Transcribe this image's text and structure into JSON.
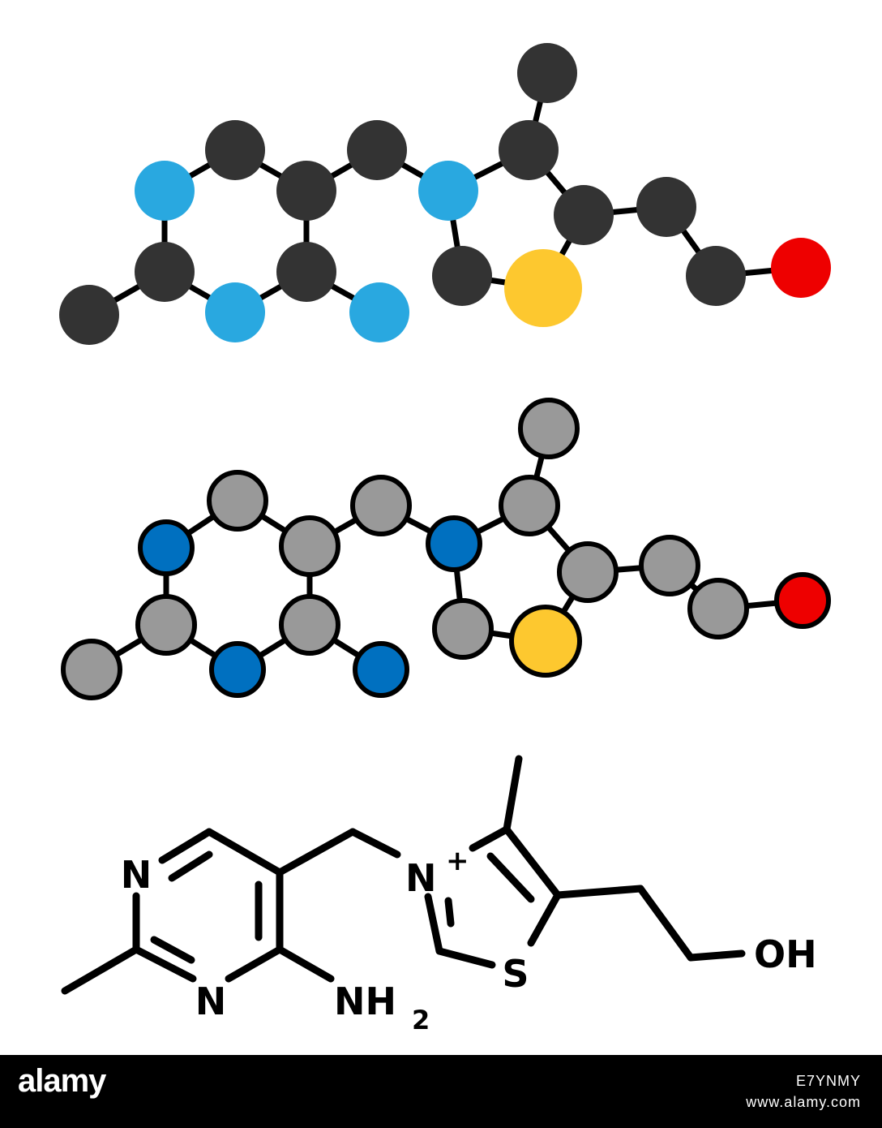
{
  "colors": {
    "carbon_dark": "#333333",
    "carbon_grey": "#999999",
    "nitrogen_light": "#29a8e0",
    "nitrogen_dark": "#0070c0",
    "sulfur": "#fdc82f",
    "oxygen": "#ee0000",
    "bond": "#000000",
    "footer_bg": "#000000",
    "footer_text": "#ffffff"
  },
  "models": {
    "space_fill": {
      "atoms": [
        {
          "el": "C"
        },
        {
          "el": "C"
        },
        {
          "el": "N"
        },
        {
          "el": "N"
        },
        {
          "el": "C"
        },
        {
          "el": "C"
        },
        {
          "el": "C"
        },
        {
          "el": "C"
        },
        {
          "el": "N"
        },
        {
          "el": "C"
        },
        {
          "el": "C"
        },
        {
          "el": "C"
        },
        {
          "el": "S"
        },
        {
          "el": "C"
        },
        {
          "el": "C"
        },
        {
          "el": "C"
        },
        {
          "el": "O"
        },
        {
          "el": "N"
        }
      ]
    },
    "ball_stick": {
      "atoms": [
        {
          "el": "C"
        },
        {
          "el": "C"
        },
        {
          "el": "N"
        },
        {
          "el": "N"
        },
        {
          "el": "C"
        },
        {
          "el": "C"
        },
        {
          "el": "C"
        },
        {
          "el": "C"
        },
        {
          "el": "N"
        },
        {
          "el": "C"
        },
        {
          "el": "C"
        },
        {
          "el": "C"
        },
        {
          "el": "S"
        },
        {
          "el": "C"
        },
        {
          "el": "C"
        },
        {
          "el": "C"
        },
        {
          "el": "O"
        },
        {
          "el": "N"
        }
      ]
    }
  },
  "skeletal": {
    "labels": {
      "n_top": "N",
      "n_bottom": "N",
      "nh2_main": "NH",
      "nh2_sub": "2",
      "n_plus_main": "N",
      "n_plus_charge": "+",
      "sulfur": "S",
      "hydroxyl": "OH"
    }
  },
  "footer": {
    "brand": "alamy",
    "image_id": "E7YNMY",
    "site": "www.alamy.com"
  }
}
